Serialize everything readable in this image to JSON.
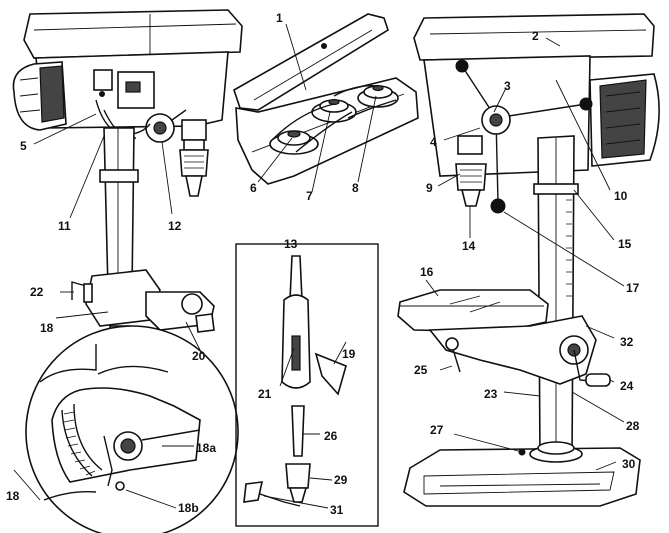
{
  "callouts": {
    "c1": "1",
    "c2": "2",
    "c3": "3",
    "c4": "4",
    "c5": "5",
    "c6": "6",
    "c7": "7",
    "c8": "8",
    "c9": "9",
    "c10": "10",
    "c11": "11",
    "c12": "12",
    "c13": "13",
    "c14": "14",
    "c15": "15",
    "c16": "16",
    "c17": "17",
    "c18_upper": "18",
    "c18_lower": "18",
    "c18a": "18a",
    "c18b": "18b",
    "c19": "19",
    "c20": "20",
    "c21": "21",
    "c22": "22",
    "c23": "23",
    "c24": "24",
    "c25": "25",
    "c26": "26",
    "c27": "27",
    "c28": "28",
    "c29": "29",
    "c30": "30",
    "c31": "31",
    "c32": "32"
  }
}
